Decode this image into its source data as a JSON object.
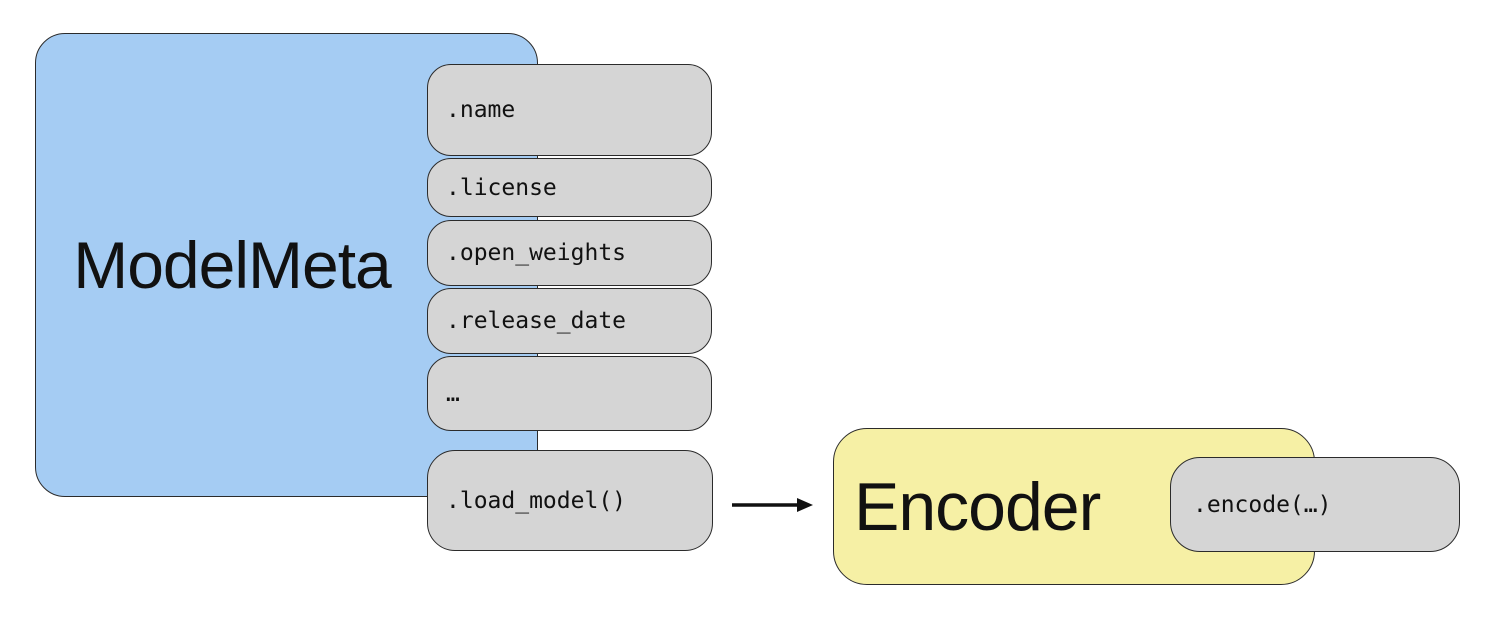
{
  "modelmeta": {
    "title": "ModelMeta",
    "fill": "#a5ccf3",
    "attributes": [
      ".name",
      ".license",
      ".open_weights",
      ".release_date",
      "…"
    ],
    "method": ".load_model()"
  },
  "encoder": {
    "title": "Encoder",
    "fill": "#f6f0a5",
    "method": ".encode(…)"
  },
  "styles": {
    "attribute_fill": "#d5d5d5",
    "border_color": "#2b2b2b",
    "arrow_color": "#111111"
  }
}
